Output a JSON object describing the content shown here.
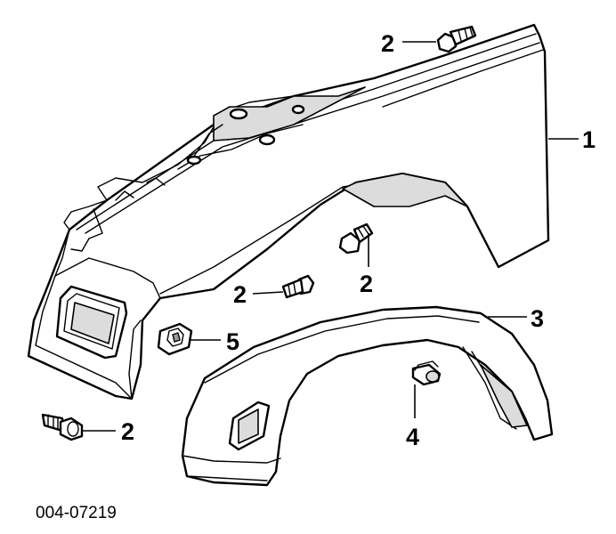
{
  "callouts": {
    "fender": "1",
    "bolt_top": "2",
    "bolt_mid_right": "2",
    "bolt_mid_left": "2",
    "bolt_bottom_left": "2",
    "flare": "3",
    "retainer": "4",
    "clip_nut": "5"
  },
  "figure_id": "004-07219"
}
